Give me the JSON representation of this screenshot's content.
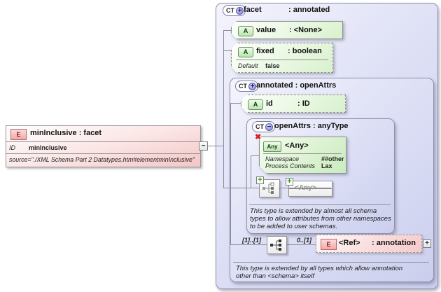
{
  "element_box": {
    "icon": "E",
    "title": "minInclusive : facet",
    "rows": [
      {
        "label": "ID",
        "value": "minInclusive"
      }
    ],
    "source": "source=\"./XML Schema Part 2 Datatypes.htm#elementminInclusive\""
  },
  "collapse_toggle": "−",
  "facet_panel": {
    "icon": "CT",
    "badge": "+",
    "name": "facet",
    "type": ": annotated"
  },
  "value_attr": {
    "icon": "A",
    "name": "value",
    "type": ": <None>"
  },
  "fixed_attr": {
    "icon": "A",
    "name": "fixed",
    "type": ": boolean",
    "default_label": "Default",
    "default_value": "false"
  },
  "annotated_panel": {
    "icon": "CT",
    "badge": "+",
    "title": "annotated : openAttrs"
  },
  "id_attr": {
    "icon": "A",
    "name": "id",
    "type": ": ID"
  },
  "open_attrs_panel": {
    "icon": "CT",
    "badge": "−",
    "title": "openAttrs : anyType"
  },
  "any_box": {
    "badge": "✖",
    "icon": "Any",
    "title": "<Any>",
    "rows": [
      {
        "label": "Namespace",
        "value": "##other"
      },
      {
        "label": "Process Contents",
        "value": "Lax"
      }
    ]
  },
  "extensions": {
    "plus_badge": "+",
    "any_placeholder": "<Any>"
  },
  "open_attrs_note": "This type is extended by almost all schema types to allow attributes from other namespaces to be added to user schemas.",
  "sequence_row": {
    "left_cardinality": "[1]..[1]",
    "right_cardinality": "0..[1]"
  },
  "ref_box": {
    "icon": "E",
    "name": "<Ref>",
    "type": ": annotation",
    "expand": "+"
  },
  "annotated_note": "This type is extended by all types which allow annotation other than <schema> itself",
  "colors": {
    "accent_green": "#b8e8ad",
    "accent_pink": "#f3a8a8",
    "panel_lavender": "#cbcfee"
  }
}
